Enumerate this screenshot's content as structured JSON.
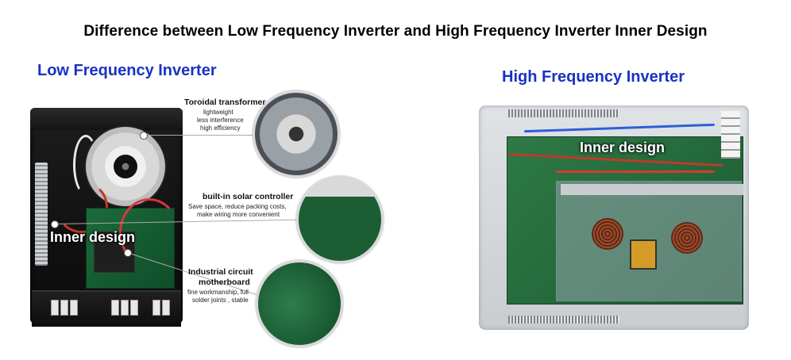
{
  "title": "Difference between Low Frequency Inverter and High Frequency Inverter Inner Design",
  "left": {
    "heading": "Low Frequency Inverter",
    "overlay": "Inner design",
    "callouts": [
      {
        "title": "Toroidal transformer",
        "lines": [
          "lightweight",
          "less interference",
          "high efficiency"
        ]
      },
      {
        "title": "built-in solar controller",
        "lines": [
          "Save space, reduce packing costs,",
          "make wiring more convenient"
        ]
      },
      {
        "title": "Industrial circuit",
        "title2": "motherboard",
        "lines": [
          "fine workmanship, full",
          "solder joints , stable"
        ]
      }
    ]
  },
  "right": {
    "heading": "High Frequency Inverter",
    "overlay": "Inner design"
  },
  "colors": {
    "heading_blue": "#1a32c4"
  }
}
